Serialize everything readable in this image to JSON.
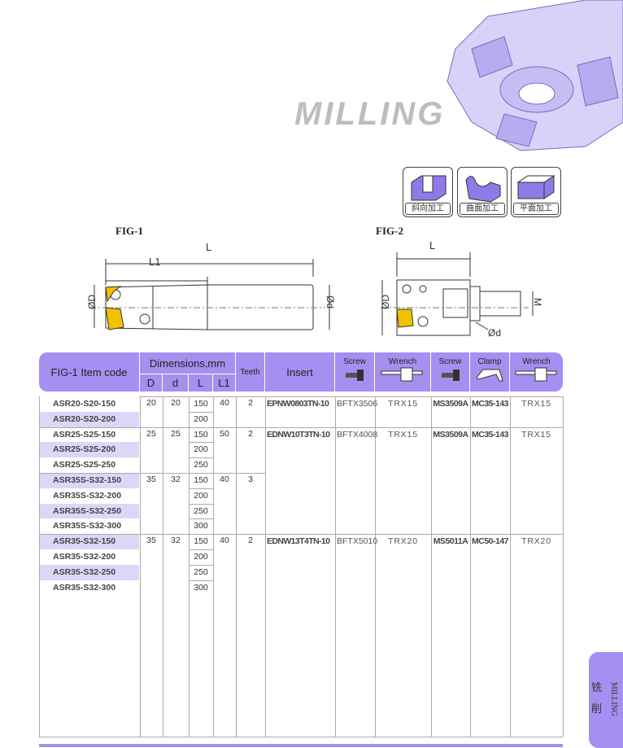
{
  "header": {
    "title": "MILLING"
  },
  "colors": {
    "accent": "#a58ff0",
    "row_shade": "#dcd6f7",
    "insert_yellow": "#f2c200"
  },
  "process_icons": [
    {
      "icon": "angled-machining-icon",
      "label": "斜向加工"
    },
    {
      "icon": "curved-surface-icon",
      "label": "曲面加工"
    },
    {
      "icon": "flat-surface-icon",
      "label": "平面加工"
    }
  ],
  "fig1": {
    "title": "FIG-1",
    "labels": {
      "L": "L",
      "L1": "L1",
      "D": "ØD",
      "d": "Ød"
    }
  },
  "fig2": {
    "title": "FIG-2",
    "labels": {
      "L": "L",
      "D": "ØD",
      "d": "Ød",
      "M": "M"
    }
  },
  "table": {
    "headers": {
      "item_code": "FIG-1 Item code",
      "dimensions": "Dimensions,mm",
      "D": "D",
      "d": "d",
      "L": "L",
      "L1": "L1",
      "teeth": "Teeth",
      "insert": "Insert",
      "screw1": "Screw",
      "wrench1": "Wrench",
      "screw2": "Screw",
      "clamp": "Clamp",
      "wrench2": "Wrench"
    },
    "rows": [
      {
        "code": "ASR20-S20-150",
        "L": "150"
      },
      {
        "code": "ASR20-S20-200",
        "L": "200"
      },
      {
        "code": "ASR25-S25-150",
        "L": "150"
      },
      {
        "code": "ASR25-S25-200",
        "L": "200"
      },
      {
        "code": "ASR25-S25-250",
        "L": "250"
      },
      {
        "code": "ASR35S-S32-150",
        "L": "150"
      },
      {
        "code": "ASR35S-S32-200",
        "L": "200"
      },
      {
        "code": "ASR35S-S32-250",
        "L": "250"
      },
      {
        "code": "ASR35S-S32-300",
        "L": "300"
      },
      {
        "code": "ASR35-S32-150",
        "L": "150"
      },
      {
        "code": "ASR35-S32-200",
        "L": "200"
      },
      {
        "code": "ASR35-S32-250",
        "L": "250"
      },
      {
        "code": "ASR35-S32-300",
        "L": "300"
      }
    ],
    "groups": [
      {
        "start": 0,
        "count": 2,
        "D": "20",
        "d": "20",
        "L1": "40",
        "teeth": "2",
        "insert": "EPNW0803TN-10",
        "screw1": "BFTX3506",
        "wrench1": "TRX15",
        "screw2": "MS3509A",
        "clamp": "MC35-143",
        "wrench2": "TRX15"
      },
      {
        "start": 2,
        "count": 3,
        "D": "25",
        "d": "25",
        "L1": "50",
        "teeth": "2",
        "insert": "EDNW10T3TN-10",
        "screw1": "BFTX4008",
        "wrench1": "TRX15",
        "screw2": "MS3509A",
        "clamp": "MC35-143",
        "wrench2": "TRX15"
      },
      {
        "start": 5,
        "count": 4,
        "D": "35",
        "d": "32",
        "L1": "40",
        "teeth": "3"
      },
      {
        "start": 9,
        "count": 4,
        "D": "35",
        "d": "32",
        "L1": "40",
        "teeth": "2",
        "insert": "EDNW13T4TN-10",
        "screw1": "BFTX5010",
        "wrench1": "TRX20",
        "screw2": "MS5011A",
        "clamp": "MC50-147",
        "wrench2": "TRX20"
      }
    ]
  },
  "side_tab": {
    "cn": "铣削",
    "en": "MILLING"
  }
}
